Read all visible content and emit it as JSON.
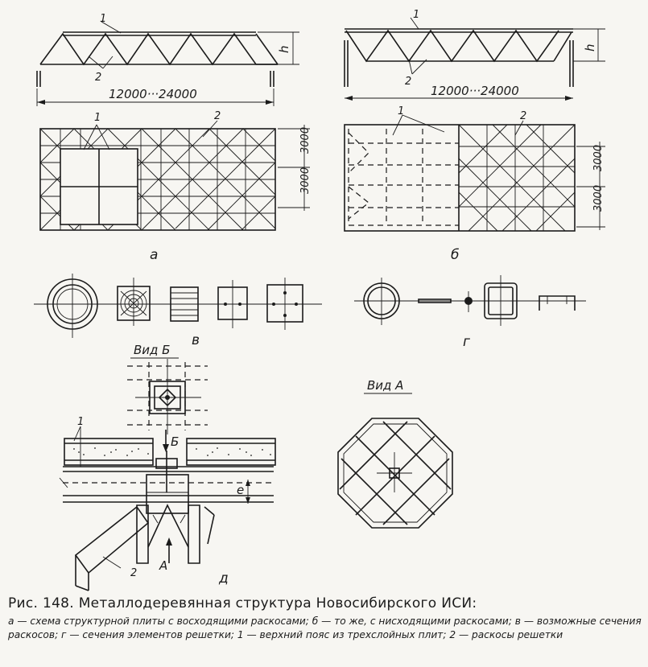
{
  "labels": {
    "top_chord_num": "1",
    "diagonal_num": "2",
    "height_label": "h",
    "span_dim": "12000···24000",
    "dim_3000": "3000",
    "panel_a": "а",
    "panel_b": "б",
    "panel_v": "в",
    "panel_g": "г",
    "panel_d": "д",
    "view_b": "Вид Б",
    "view_a": "Вид А",
    "arrow_b": "Б",
    "arrow_a": "А",
    "offset_e": "е"
  },
  "caption": {
    "title": "Рис. 148. Металлодеревянная структура Новосибирского ИСИ:",
    "legend": "а — схема структурной плиты с восходящими раскосами; б — то же, с нисходящими раскосами; в — возможные сечения раскосов; г — сечения элементов решетки; 1 — верхний пояс из трехслойных плит; 2 — раскосы решетки"
  }
}
